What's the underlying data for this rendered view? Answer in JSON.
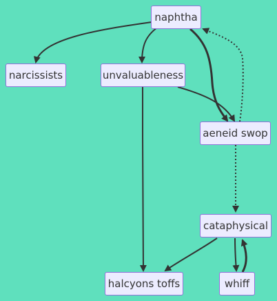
{
  "colors": {
    "background": "#5fe0bd",
    "node_fill": "#ececff",
    "node_border": "#9370db",
    "edge": "#333333",
    "text": "#333333"
  },
  "nodes": {
    "naphtha": "naphtha",
    "narcissists": "narcissists",
    "unvaluableness": "unvaluableness",
    "aeneid_swop": "aeneid swop",
    "cataphysical": "cataphysical",
    "halcyons_toffs": "halcyons toffs",
    "whiff": "whiff"
  },
  "edges": [
    {
      "from": "naphtha",
      "to": "narcissists",
      "style": "solid"
    },
    {
      "from": "naphtha",
      "to": "unvaluableness",
      "style": "solid"
    },
    {
      "from": "naphtha",
      "to": "aeneid_swop",
      "style": "thick"
    },
    {
      "from": "aeneid_swop",
      "to": "naphtha",
      "style": "dotted"
    },
    {
      "from": "unvaluableness",
      "to": "aeneid_swop",
      "style": "solid"
    },
    {
      "from": "unvaluableness",
      "to": "halcyons_toffs",
      "style": "solid"
    },
    {
      "from": "aeneid_swop",
      "to": "cataphysical",
      "style": "dotted"
    },
    {
      "from": "cataphysical",
      "to": "halcyons_toffs",
      "style": "solid"
    },
    {
      "from": "cataphysical",
      "to": "whiff",
      "style": "solid"
    },
    {
      "from": "whiff",
      "to": "cataphysical",
      "style": "thick"
    }
  ]
}
